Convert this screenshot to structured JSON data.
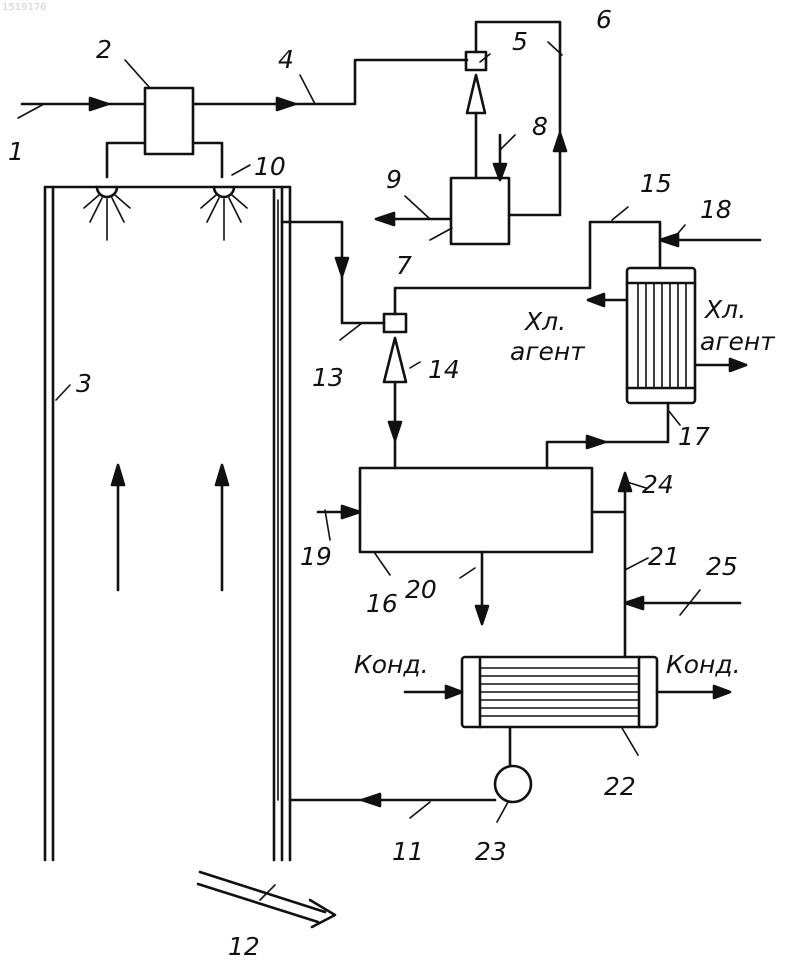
{
  "document_id": "1519176",
  "labels": {
    "n1": "1",
    "n2": "2",
    "n3": "3",
    "n4": "4",
    "n5": "5",
    "n6": "6",
    "n7": "7",
    "n8": "8",
    "n9": "9",
    "n10": "10",
    "n11": "11",
    "n12": "12",
    "n13": "13",
    "n14": "14",
    "n15": "15",
    "n16": "16",
    "n17": "17",
    "n18": "18",
    "n19": "19",
    "n20": "20",
    "n21": "21",
    "n22": "22",
    "n23": "23",
    "n24": "24",
    "n25": "25"
  },
  "words": {
    "refrigerant_left_line1": "Хл.",
    "refrigerant_left_line2": "агент",
    "refrigerant_right_line1": "Хл.",
    "refrigerant_right_line2": "агент",
    "condensate_in": "Конд.",
    "condensate_out": "Конд."
  }
}
